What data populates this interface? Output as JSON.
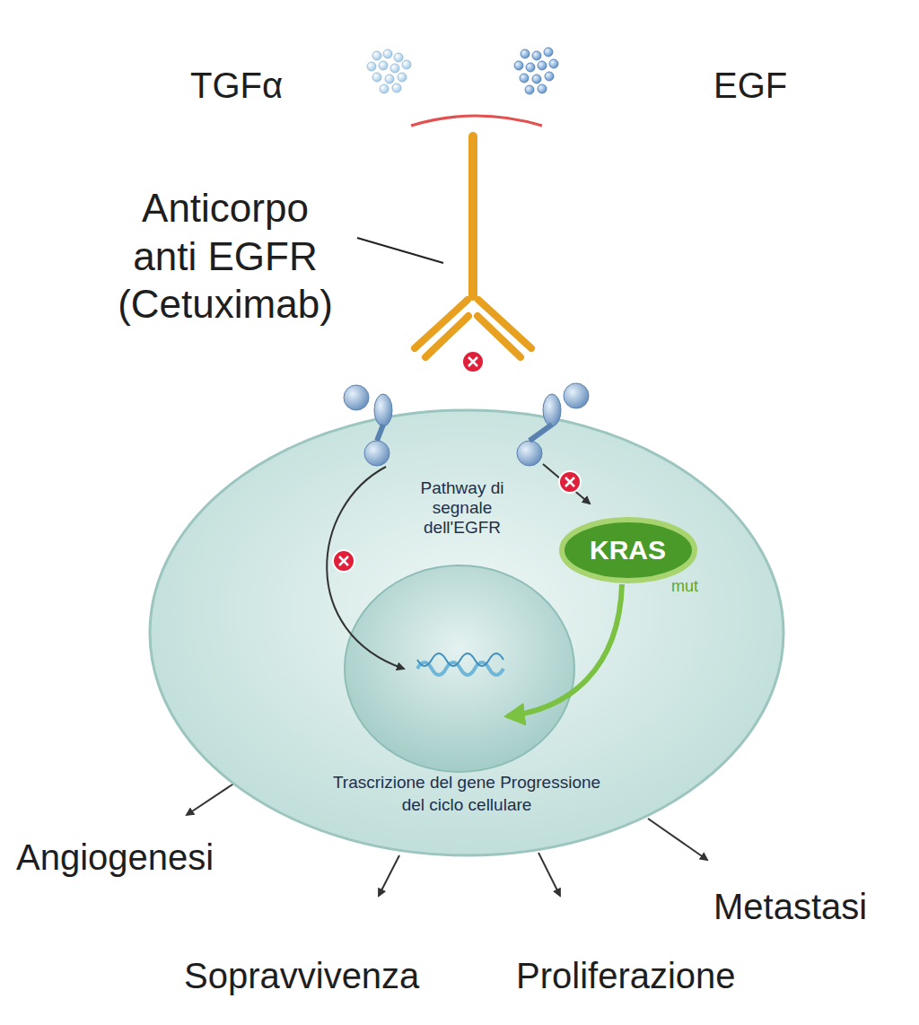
{
  "diagram": {
    "nodes": [
      {
        "text": [
          "Pathway di segnale dell'EGFR",
          "Trascrizione del gene Progressione del ciclo cellulare"
        ]
      },
      {
        "text": [
          "KRAS",
          "mut"
        ],
        "in": 0
      }
    ],
    "labels": [
      "TGFα",
      "EGF",
      "Anticorpo anti EGFR (Cetuximab)",
      "Angiogenesi",
      "Sopravvivenza",
      "Proliferazione",
      "Metastasi"
    ]
  }
}
